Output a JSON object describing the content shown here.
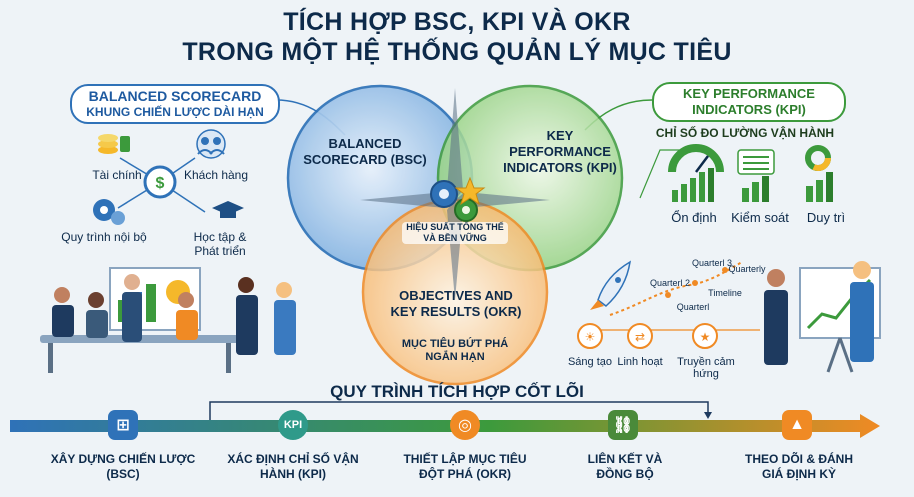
{
  "title": {
    "line1": "TÍCH HỢP BSC, KPI VÀ OKR",
    "line2": "TRONG MỘT HỆ THỐNG QUẢN LÝ MỤC TIÊU"
  },
  "bsc": {
    "pill_title": "BALANCED SCORECARD",
    "pill_subtitle": "KHUNG CHIẾN LƯỢC DÀI HẠN",
    "items": [
      "Tài chính",
      "Khách hàng",
      "Quy trình nội bộ",
      "Học tập & Phát triển"
    ],
    "circle_label": "BALANCED SCORECARD (BSC)"
  },
  "kpi": {
    "pill_title": "KEY PERFORMANCE INDICATORS (KPI)",
    "subtitle": "CHỈ SỐ ĐO LƯỜNG VẬN HÀNH",
    "items": [
      "Ổn định",
      "Kiểm soát",
      "Duy trì"
    ],
    "circle_label": "KEY PERFORMANCE INDICATORS (KPI)"
  },
  "okr": {
    "circle_label": "OBJECTIVES AND KEY RESULTS (OKR)",
    "circle_sub": "MỤC TIÊU BỨT PHÁ NGẮN HẠN",
    "items": [
      "Sáng tạo",
      "Linh hoạt",
      "Truyền cảm hứng"
    ],
    "timeline": [
      "Quarterl",
      "Quarterl 2",
      "Quarterl 3",
      "Quarterly",
      "Timeline"
    ]
  },
  "center_label": "HIỆU SUẤT TỔNG THỂ VÀ BỀN VỮNG",
  "process": {
    "title": "QUY TRÌNH TÍCH HỢP CỐT LÕI",
    "steps": [
      "XÂY DỰNG CHIẾN LƯỢC (BSC)",
      "XÁC ĐỊNH CHỈ SỐ VẬN HÀNH (KPI)",
      "THIẾT LẬP MỤC TIÊU ĐỘT PHÁ (OKR)",
      "LIÊN KẾT VÀ ĐỒNG BỘ",
      "THEO DÕI & ĐÁNH GIÁ ĐỊNH KỲ"
    ]
  },
  "colors": {
    "bsc": "#2f72b8",
    "kpi": "#3c9a3c",
    "okr": "#f08a24",
    "navy": "#0d2a4a"
  }
}
